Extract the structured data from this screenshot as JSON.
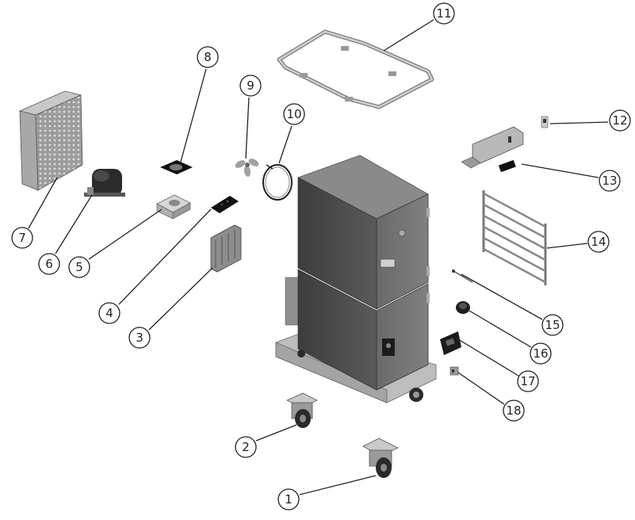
{
  "diagram": {
    "callouts": [
      {
        "label": "1"
      },
      {
        "label": "2"
      },
      {
        "label": "3"
      },
      {
        "label": "4"
      },
      {
        "label": "5"
      },
      {
        "label": "6"
      },
      {
        "label": "7"
      },
      {
        "label": "8"
      },
      {
        "label": "9"
      },
      {
        "label": "10"
      },
      {
        "label": "11"
      },
      {
        "label": "12"
      },
      {
        "label": "13"
      },
      {
        "label": "14"
      },
      {
        "label": "15"
      },
      {
        "label": "16"
      },
      {
        "label": "17"
      },
      {
        "label": "18"
      }
    ]
  },
  "colors": {
    "cabinet_body": "#4e4e4e",
    "cabinet_top": "#8a8a8a",
    "base": "#b9b9b9",
    "metal": "#a9a9a9",
    "dark_part": "#222222",
    "line": "#222222"
  }
}
